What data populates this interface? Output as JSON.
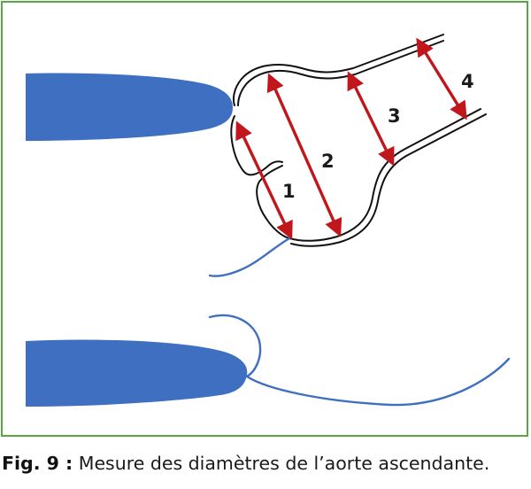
{
  "figure": {
    "measurements": [
      {
        "label": "1"
      },
      {
        "label": "2"
      },
      {
        "label": "3"
      },
      {
        "label": "4"
      }
    ],
    "colors": {
      "frame": "#5aa642",
      "probe": "#3f6fc0",
      "vessel": "#111111",
      "arrow": "#c0161c",
      "guidewire": "#3f6fc0"
    }
  },
  "caption": {
    "label": "Fig. 9 :",
    "text": " Mesure des diamètres de l’aorte ascendante."
  }
}
